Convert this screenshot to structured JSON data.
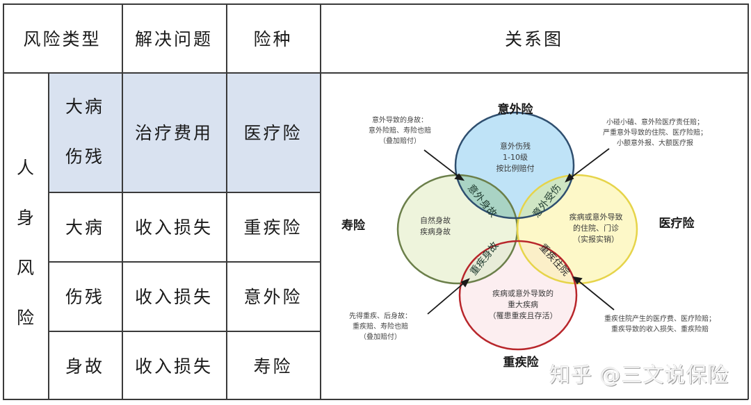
{
  "table": {
    "headers": [
      "风险类型",
      "解决问题",
      "险种",
      "关系图"
    ],
    "category": "人身风险",
    "category_chars": [
      "人",
      "身",
      "风",
      "险"
    ],
    "rows": [
      {
        "risk": [
          "大病",
          "伤残"
        ],
        "problem": "治疗费用",
        "insurance": "医疗险",
        "highlighted": true
      },
      {
        "risk": [
          "大病"
        ],
        "problem": "收入损失",
        "insurance": "重疾险",
        "highlighted": false
      },
      {
        "risk": [
          "伤残"
        ],
        "problem": "收入损失",
        "insurance": "意外险",
        "highlighted": false
      },
      {
        "risk": [
          "身故"
        ],
        "problem": "收入损失",
        "insurance": "寿险",
        "highlighted": false
      }
    ],
    "colors": {
      "highlight": "#d9e2f0",
      "border": "#3a3a3a"
    }
  },
  "diagram": {
    "circles": [
      {
        "label": "意外险",
        "inner": [
          "意外伤残",
          "1-10级",
          "按比例赔付"
        ],
        "stroke": "#2f4f6f",
        "fill": "#bfe3f7"
      },
      {
        "label": "寿险",
        "inner": [
          "自然身故",
          "疾病身故"
        ],
        "stroke": "#6b7f4a",
        "fill": "#eef4dc"
      },
      {
        "label": "医疗险",
        "inner": [
          "疾病或意外导致",
          "的住院、门诊",
          "（实报实销）"
        ],
        "stroke": "#e6d44a",
        "fill": "#fdf8c8"
      },
      {
        "label": "重疾险",
        "inner": [
          "疾病或意外导致的",
          "重大疾病",
          "（罹患重疾且存活）"
        ],
        "stroke": "#b8262b",
        "fill": "#fceef0"
      }
    ],
    "overlaps": {
      "accident_life": "意外身故",
      "accident_medical": "意外受伤",
      "ci_life": "重疾身故",
      "ci_medical": "重疾住院"
    },
    "callouts": {
      "top_left": [
        "意外导致的身故：",
        "意外险赔、寿险也赔",
        "（叠加赔付）"
      ],
      "top_right": [
        "小碰小磕、意外险医疗责任赔；",
        "严重意外导致的住院、医疗险赔；",
        "小额意外报、大额医疗报"
      ],
      "bottom_left": [
        "先得重疾、后身故：",
        "重疾赔、寿险也赔",
        "（叠加赔付）"
      ],
      "bottom_right": [
        "重疾住院产生的医疗费、医疗险赔；",
        "重疾导致的收入损失、重疾险赔"
      ]
    }
  },
  "watermark": "知乎 @三文说保险"
}
